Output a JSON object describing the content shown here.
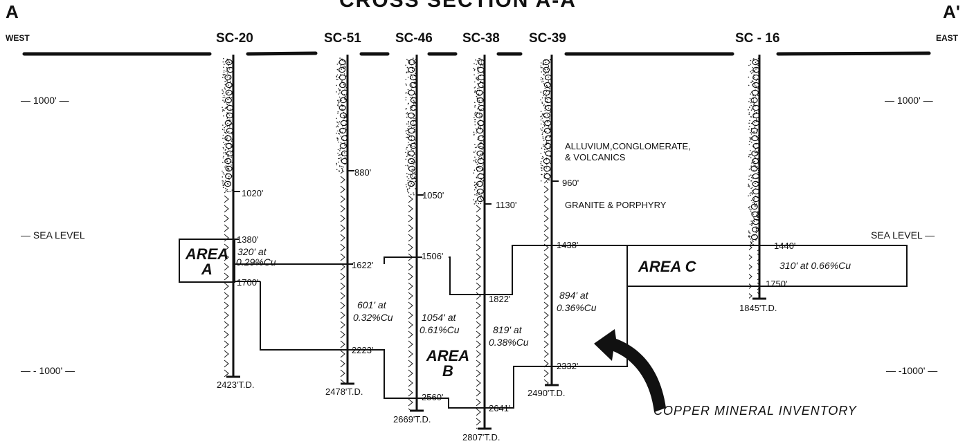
{
  "header": {
    "title": "CROSS SECTION A-A'",
    "left_label": "A",
    "right_label": "A'",
    "west": "WEST",
    "east": "EAST"
  },
  "elevation_labels": {
    "left": [
      "— 1000' —",
      "— SEA LEVEL",
      "— - 1000' —"
    ],
    "right": [
      "— 1000' —",
      "SEA LEVEL —",
      "— -1000' —"
    ]
  },
  "wells": [
    {
      "name": "SC-20",
      "total_depth": "2423'T.D.",
      "depths": [
        "1020'",
        "1380'",
        "1700'"
      ]
    },
    {
      "name": "SC-51",
      "total_depth": "2478'T.D.",
      "depths": [
        "880'",
        "1622'",
        "2223'"
      ]
    },
    {
      "name": "SC-46",
      "total_depth": "2669'T.D.",
      "depths": [
        "1050'",
        "1506'",
        "2560'"
      ]
    },
    {
      "name": "SC-38",
      "total_depth": "2807'T.D.",
      "depths": [
        "1130'",
        "1822'",
        "2641'"
      ]
    },
    {
      "name": "SC-39",
      "total_depth": "2490'T.D.",
      "depths": [
        "960'",
        "1438'",
        "2332'"
      ]
    },
    {
      "name": "SC - 16",
      "total_depth": "1845'T.D.",
      "depths": [
        "1440'",
        "1750'"
      ]
    }
  ],
  "areas": {
    "a": {
      "line1": "AREA",
      "line2": "A",
      "grade1": "320' at",
      "grade2": "0.29%Cu"
    },
    "b": {
      "line1": "AREA",
      "line2": "B",
      "grade_sc51_1": "601' at",
      "grade_sc51_2": "0.32%Cu",
      "grade_sc46_1": "1054' at",
      "grade_sc46_2": "0.61%Cu",
      "grade_sc38_1": "819' at",
      "grade_sc38_2": "0.38%Cu"
    },
    "c": {
      "label": "AREA C",
      "grade_sc39_1": "894' at",
      "grade_sc39_2": "0.36%Cu",
      "grade_sc16": "310' at 0.66%Cu"
    }
  },
  "rock_units": {
    "upper1": "ALLUVIUM,CONGLOMERATE,",
    "upper2": "& VOLCANICS",
    "lower": "GRANITE & PORPHYRY"
  },
  "inventory_label": "COPPER MINERAL INVENTORY"
}
